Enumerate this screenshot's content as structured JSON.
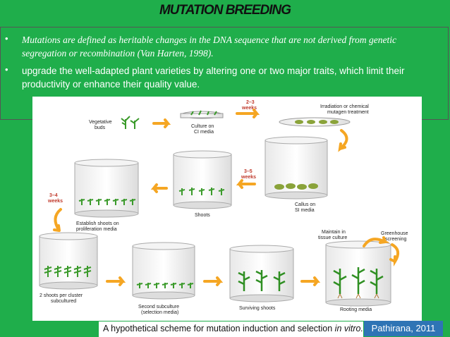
{
  "slide": {
    "title": "MUTATION BREEDING",
    "bullets": [
      "Mutations are defined as heritable changes in the DNA sequence that are not derived from genetic segregation or recombination (Van Harten, 1998).",
      "upgrade the well-adapted plant varieties by altering one or two major traits, which limit their productivity or enhance their quality value."
    ],
    "bullet_marker": "•",
    "credit": "Pathirana, 2011"
  },
  "figure": {
    "caption_a": "A hypothetical scheme for mutation induction and selection ",
    "caption_b": "in vitro.",
    "labels": {
      "vegetative_buds": "Vegetative\nbuds",
      "culture_ci": "Culture on\nCI media",
      "weeks_2_3": "2–3\nweeks",
      "irradiation": "Irradiation or chemical\nmutagen treatment",
      "weeks_3_5": "3–5\nweeks",
      "callus_si": "Callus on\nSI media",
      "shoots": "Shoots",
      "weeks_3_4": "3–4\nweeks",
      "establish": "Establish shoots on\nproliferation media",
      "maintain": "Maintain in\ntissue culture",
      "greenhouse": "Greenhouse\nscreening",
      "two_shoots": "2 shoots per cluster\nsubcultured",
      "second_sub": "Second subculture\n(selection media)",
      "surviving": "Surviving shoots",
      "rooting": "Rooting media"
    }
  },
  "colors": {
    "background": "#1fae4b",
    "arrow": "#f5a623",
    "plant": "#3a9a2a",
    "callus": "#8aa33a",
    "credit_box": "#2e74b5"
  }
}
